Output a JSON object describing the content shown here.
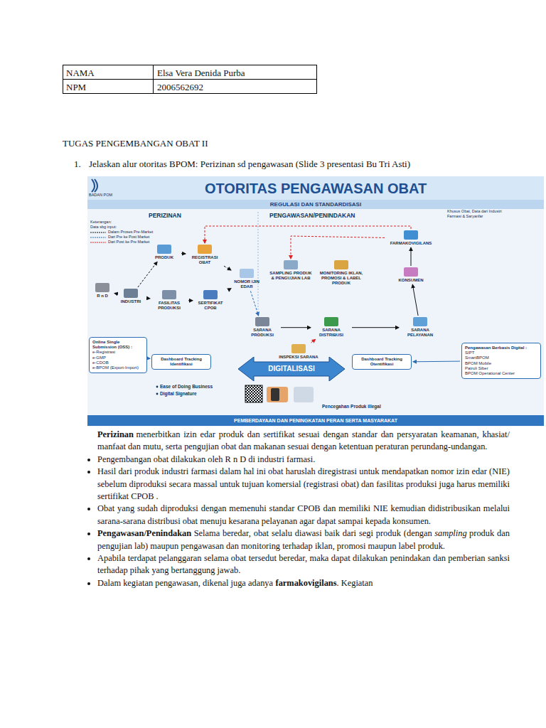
{
  "diagram": {
    "title": "OTORITAS PENGAWASAN OBAT",
    "nodes": [
      {
        "text": [
          "R n D"
        ]
      },
      {
        "text": [
          "INDUSTRI"
        ]
      },
      {
        "text": [
          "PRODUK"
        ]
      },
      {
        "text": [
          "REGISTRASI OBAT"
        ]
      },
      {
        "text": [
          "FASILITAS PRODUKSI"
        ]
      },
      {
        "text": [
          "SERTIFIKAT CPOB"
        ]
      },
      {
        "text": [
          "NOMOR IJIN EDAR"
        ]
      },
      {
        "text": [
          "SAMPLING PRODUK & PENGUJIAN LAB"
        ]
      },
      {
        "text": [
          "MONITORING IKLAN, PROMOSI & LABEL PRODUK"
        ]
      },
      {
        "text": [
          "FARMAKOVIGILANS"
        ]
      },
      {
        "text": [
          "KONSUMEN"
        ]
      },
      {
        "text": [
          "SARANA PRODUKSI"
        ]
      },
      {
        "text": [
          "SARANA DISTRIBUSI"
        ]
      },
      {
        "text": [
          "SARANA PELAYANAN"
        ]
      },
      {
        "text": [
          "INSPEKSI SARANA"
        ]
      },
      {
        "text": [
          "Online Single Submission (OSS) :",
          "e-Registrasi",
          "e-GMP",
          "e-CDOB",
          "e-BPOM (Export-Import)"
        ]
      },
      {
        "text": [
          "Dashboard Tracking Identifikasi"
        ]
      },
      {
        "text": [
          "DIGITALISASI"
        ]
      },
      {
        "text": [
          "Dashboard Tracking Otentifikasi"
        ]
      },
      {
        "text": [
          "Pengawasan Berbasis Digital :",
          "SIPT",
          "SmartBPOM",
          "BPOM Mobile",
          "Patroli Siber",
          "BPOM Operational Center"
        ]
      },
      {
        "text": [
          "PEMBERDAYAAN DAN PENINGKATAN PERAN SERTA MASYARAKAT"
        ]
      }
    ],
    "edges": [
      {
        "from": 0,
        "to": 1,
        "arrow": "to"
      },
      {
        "from": 1,
        "to": 2,
        "arrow": "to"
      },
      {
        "from": 1,
        "to": 4,
        "arrow": "to"
      },
      {
        "from": 2,
        "to": 3,
        "arrow": "to"
      },
      {
        "from": 4,
        "to": 5,
        "arrow": "to"
      },
      {
        "from": 3,
        "to": 6,
        "arrow": "to"
      },
      {
        "from": 5,
        "to": 6,
        "arrow": "to"
      },
      {
        "from": 6,
        "to": 11,
        "arrow": "to"
      },
      {
        "from": 11,
        "to": 12,
        "arrow": "to"
      },
      {
        "from": 12,
        "to": 13,
        "arrow": "to"
      },
      {
        "from": 13,
        "to": 10,
        "arrow": "to"
      },
      {
        "from": 10,
        "to": 9,
        "arrow": "to"
      },
      {
        "from": 9,
        "to": 3,
        "arrow": "to"
      },
      {
        "from": 9,
        "to": 7,
        "arrow": "to"
      },
      {
        "from": 14,
        "to": 12,
        "arrow": "to"
      },
      {
        "from": 15,
        "to": 16,
        "arrow": "to"
      },
      {
        "from": 19,
        "to": 18,
        "arrow": "to"
      }
    ],
    "labels": [
      "NAMA",
      "Elsa Vera Denida Purba",
      "NPM",
      "2006562692",
      "TUGAS PENGEMBANGAN OBAT II",
      "1.",
      "Jelaskan alur otoritas BPOM: Perizinan sd pengawasan (Slide 3 presentasi Bu Tri Asti)",
      "BADAN POM",
      "REGULASI DAN STANDARDISASI",
      "PERIZINAN",
      "PENGAWASAN/PENINDAKAN",
      "Keterangan:",
      "Data sbg input:",
      "Khusus Obat, Data dari Industri Farmasi & Saryanfar",
      "Ease of Doing Business",
      "Digital Signature",
      "Pencegahan Produk illegal",
      "Perizinan",
      "menerbitkan izin edar produk dan sertifikat sesuai dengan standar dan persyaratan keamanan, khasiat/ manfaat dan mutu, serta pengujian obat dan makanan sesuai dengan ketentuan peraturan perundang-undangan.",
      "Pengembangan obat dilakukan oleh R n D di industri farmasi.",
      "Hasil dari produk industri farmasi dalam hal ini obat haruslah diregistrasi untuk mendapatkan nomor izin edar (NIE) sebelum diproduksi secara massal untuk tujuan komersial (registrasi obat) dan fasilitas produksi juga harus memiliki sertifikat CPOB .",
      "Obat yang sudah diproduksi dengan memenuhi standar CPOB dan memiliki NIE kemudian didistribusikan melalui sarana-sarana distribusi obat menuju kesarana pelayanan agar dapat sampai kepada konsumen.",
      "Pengawasan/Penindakan",
      "Selama beredar, obat selalu diawasi baik dari segi produk (dengan",
      "sampling",
      "produk dan pengujian lab) maupun pengawasan dan monitoring terhadap iklan, promosi maupun label produk.",
      "Apabila terdapat pelanggaran selama obat tersedut beredar, maka dapat dilakukan penindakan dan pemberian sanksi terhadap pihak yang bertanggung jawab.",
      "Dalam kegiatan pengawasan, dikenal juga adanya",
      "farmakovigilans",
      ". Kegiatan"
    ],
    "legend": [
      {
        "text": "Dalam Proses Pre-Market"
      },
      {
        "text": "Dari Pre ke Post Market"
      },
      {
        "text": "Dari Post ke Pre Market"
      }
    ]
  }
}
